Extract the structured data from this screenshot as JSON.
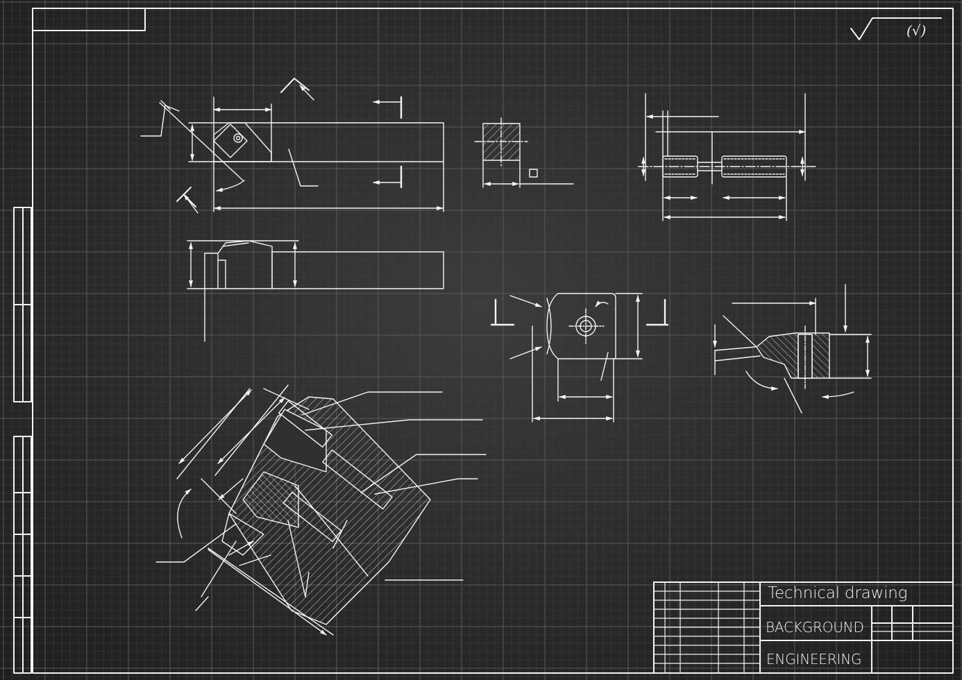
{
  "title_block": {
    "title": "Technical drawing",
    "line2": "BACKGROUND",
    "line3": "ENGINEERING"
  },
  "roughness_symbol": {
    "note": "(√)"
  },
  "colors": {
    "background": "#2b2b2b",
    "line": "#f5f5f5",
    "grid_major": "#5a5a5a",
    "grid_minor": "#3e3e3e"
  }
}
